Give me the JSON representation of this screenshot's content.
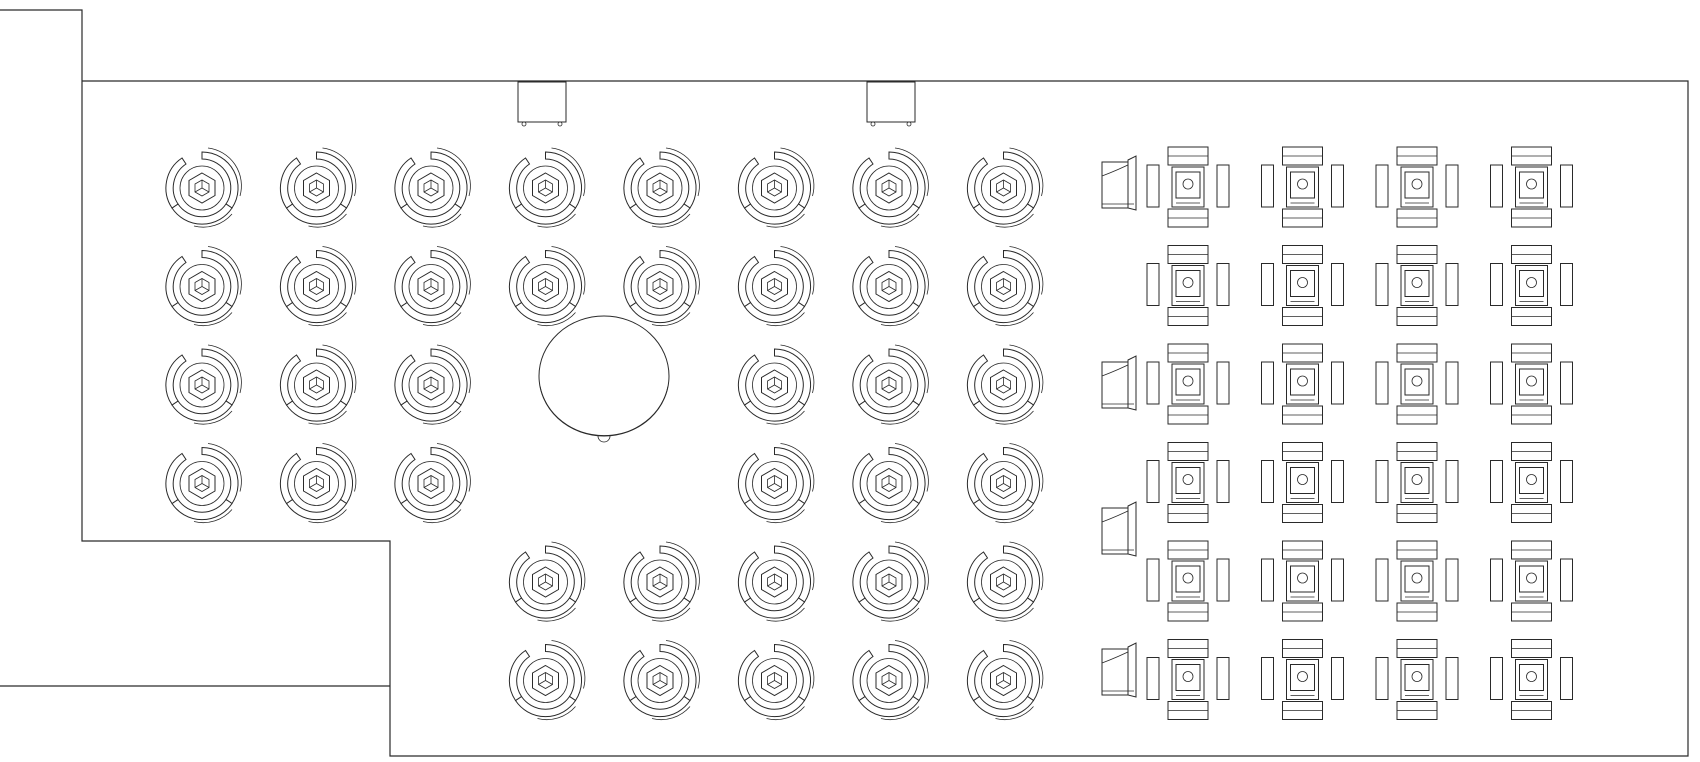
{
  "floor_plan": {
    "description_text": "",
    "colors": {
      "line": "#2a2a2a",
      "background": "#ffffff"
    },
    "pods": {
      "icon": "round-seating-pod-icon",
      "rows": [
        [
          1,
          2,
          3,
          4,
          5,
          6,
          7,
          8
        ],
        [
          1,
          2,
          3,
          4,
          5,
          6,
          7,
          8
        ],
        [
          1,
          2,
          3,
          6,
          7,
          8
        ],
        [
          1,
          2,
          3,
          6,
          7,
          8
        ],
        [
          4,
          5,
          6,
          7,
          8
        ],
        [
          4,
          5,
          6,
          7,
          8
        ]
      ]
    },
    "desks": {
      "icon": "desk-cluster-icon",
      "rows": [
        [
          1,
          2,
          3,
          4
        ],
        [
          1,
          2,
          3,
          4
        ],
        [
          1,
          2,
          3,
          4
        ],
        [
          1,
          2,
          3,
          4
        ],
        [
          1,
          2,
          3,
          4
        ],
        [
          1,
          2,
          3,
          4
        ]
      ]
    },
    "lounge_chairs": {
      "icon": "lounge-chair-icon",
      "rows": [
        1,
        3,
        4,
        6
      ]
    },
    "round_table": {
      "icon": "round-table-icon"
    },
    "wall_units": {
      "icon": "wall-cabinet-icon",
      "count": 2
    }
  }
}
